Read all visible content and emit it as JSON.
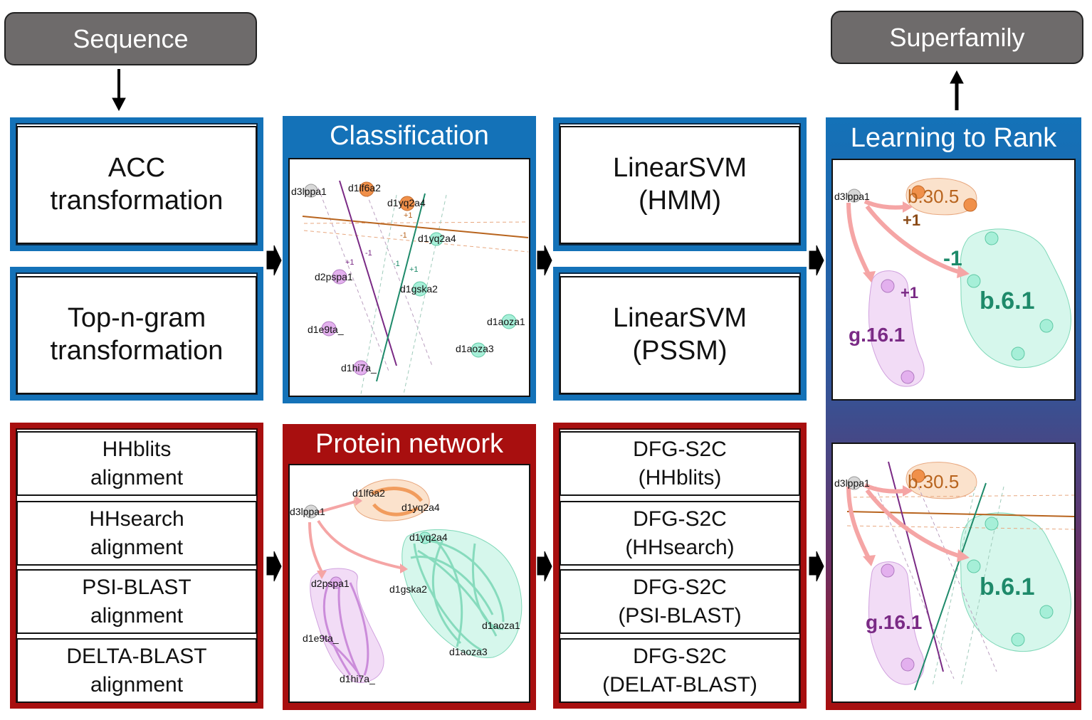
{
  "sequence_label": "Sequence",
  "superfamily_label": "Superfamily",
  "features": {
    "acc": "ACC\ntransformation",
    "topn": "Top-n-gram\ntransformation",
    "hhblits": "HHblits\nalignment",
    "hhsearch": "HHsearch\nalignment",
    "psiblast": "PSI-BLAST\nalignment",
    "deltablast": "DELTA-BLAST\nalignment"
  },
  "classification": {
    "title": "Classification",
    "labels": {
      "d3lppa1": "d3lppa1",
      "d1lf6a2": "d1lf6a2",
      "d1yq2a4_a": "d1yq2a4",
      "d1yq2a4_b": "d1yq2a4",
      "d2pspa1": "d2pspa1",
      "d1gska2": "d1gska2",
      "d1e9ta": "d1e9ta_",
      "d1aoza1": "d1aoza1",
      "d1aoza3": "d1aoza3",
      "d1hi7a": "d1hi7a_"
    },
    "signs": {
      "plus1": "+1",
      "minus1": "-1"
    }
  },
  "network": {
    "title": "Protein network",
    "labels": {
      "d1lf6a2": "d1lf6a2",
      "d1yq2a4_top": "d1yq2a4",
      "d3lppa1": "d3lppa1",
      "d1yq2a4": "d1yq2a4",
      "d2pspa1": "d2pspa1",
      "d1gska2": "d1gska2",
      "d1e9ta": "d1e9ta_",
      "d1aoza1": "d1aoza1",
      "d1aoza3": "d1aoza3",
      "d1hi7a": "d1hi7a_"
    }
  },
  "models": {
    "svm_hmm": "LinearSVM\n(HMM)",
    "svm_pssm": "LinearSVM\n(PSSM)",
    "dfg_hhblits": "DFG-S2C\n(HHblits)",
    "dfg_hhsearch": "DFG-S2C\n(HHsearch)",
    "dfg_psiblast": "DFG-S2C\n(PSI-BLAST)",
    "dfg_delat": "DFG-S2C\n(DELAT-BLAST)"
  },
  "ltr": {
    "title": "Learning to Rank",
    "query": "d3lppa1",
    "b305": "b.30.5",
    "b61": "b.6.1",
    "g161": "g.16.1",
    "plus1": "+1",
    "minus1": "-1"
  },
  "colors": {
    "blue": "#1472b8",
    "red": "#a80f0f",
    "orange": "#f0904a",
    "teal": "#5fd9b5",
    "purple": "#d8a6e6",
    "line_brown": "#b8641e",
    "line_purple": "#7a2a85",
    "line_teal": "#1e8a6a"
  }
}
